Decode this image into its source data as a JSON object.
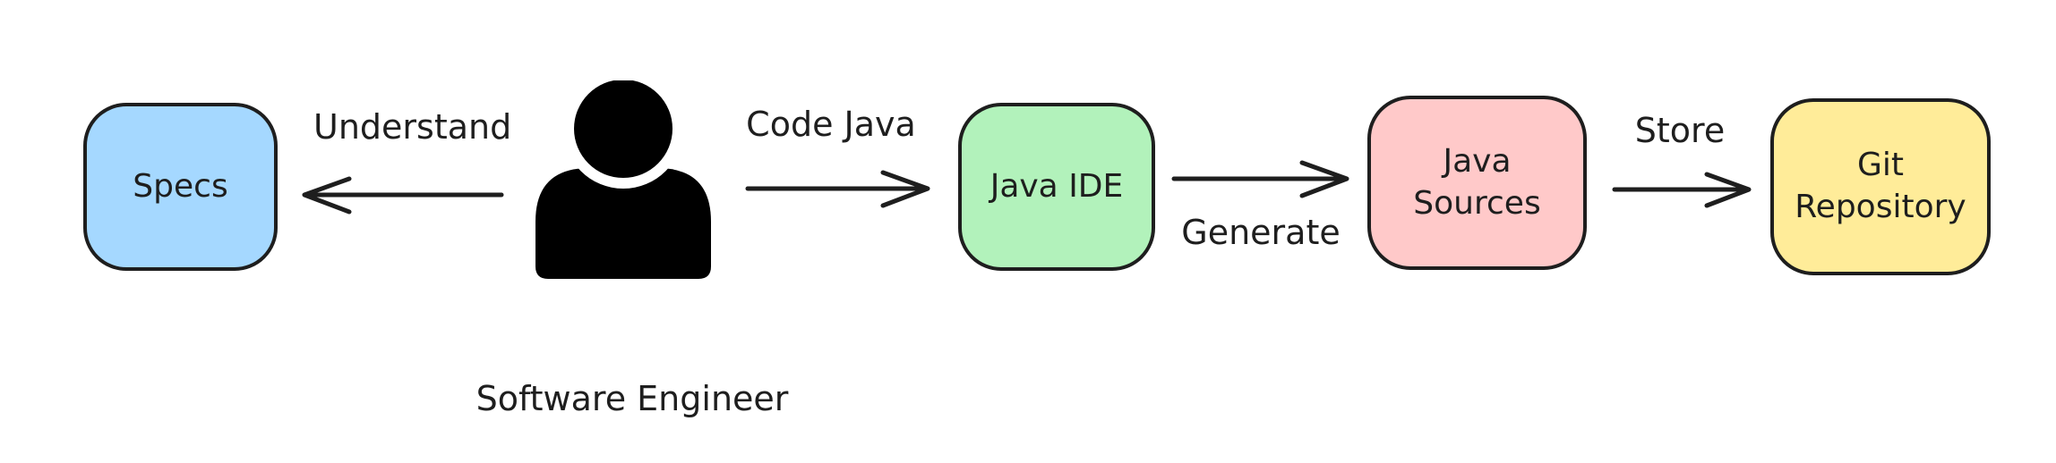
{
  "diagram": {
    "background": "#ffffff",
    "stroke_color": "#1e1e1e",
    "nodes": [
      {
        "id": "specs",
        "label": "Specs",
        "fill": "#a5d8ff"
      },
      {
        "id": "java-ide",
        "label": "Java IDE",
        "fill": "#b2f2bb"
      },
      {
        "id": "java-sources",
        "label": "Java Sources",
        "fill": "#ffc9c9"
      },
      {
        "id": "git-repository",
        "label": "Git Repository",
        "fill": "#ffec99"
      }
    ],
    "actor": {
      "id": "software-engineer",
      "label": "Software Engineer",
      "icon": "person-icon"
    },
    "edges": [
      {
        "id": "understand",
        "label": "Understand",
        "from": "software-engineer",
        "to": "specs",
        "direction": "left",
        "label_position": "above"
      },
      {
        "id": "code-java",
        "label": "Code Java",
        "from": "software-engineer",
        "to": "java-ide",
        "direction": "right",
        "label_position": "above"
      },
      {
        "id": "generate",
        "label": "Generate",
        "from": "java-ide",
        "to": "java-sources",
        "direction": "right",
        "label_position": "below"
      },
      {
        "id": "store",
        "label": "Store",
        "from": "java-sources",
        "to": "git-repository",
        "direction": "right",
        "label_position": "above"
      }
    ]
  }
}
